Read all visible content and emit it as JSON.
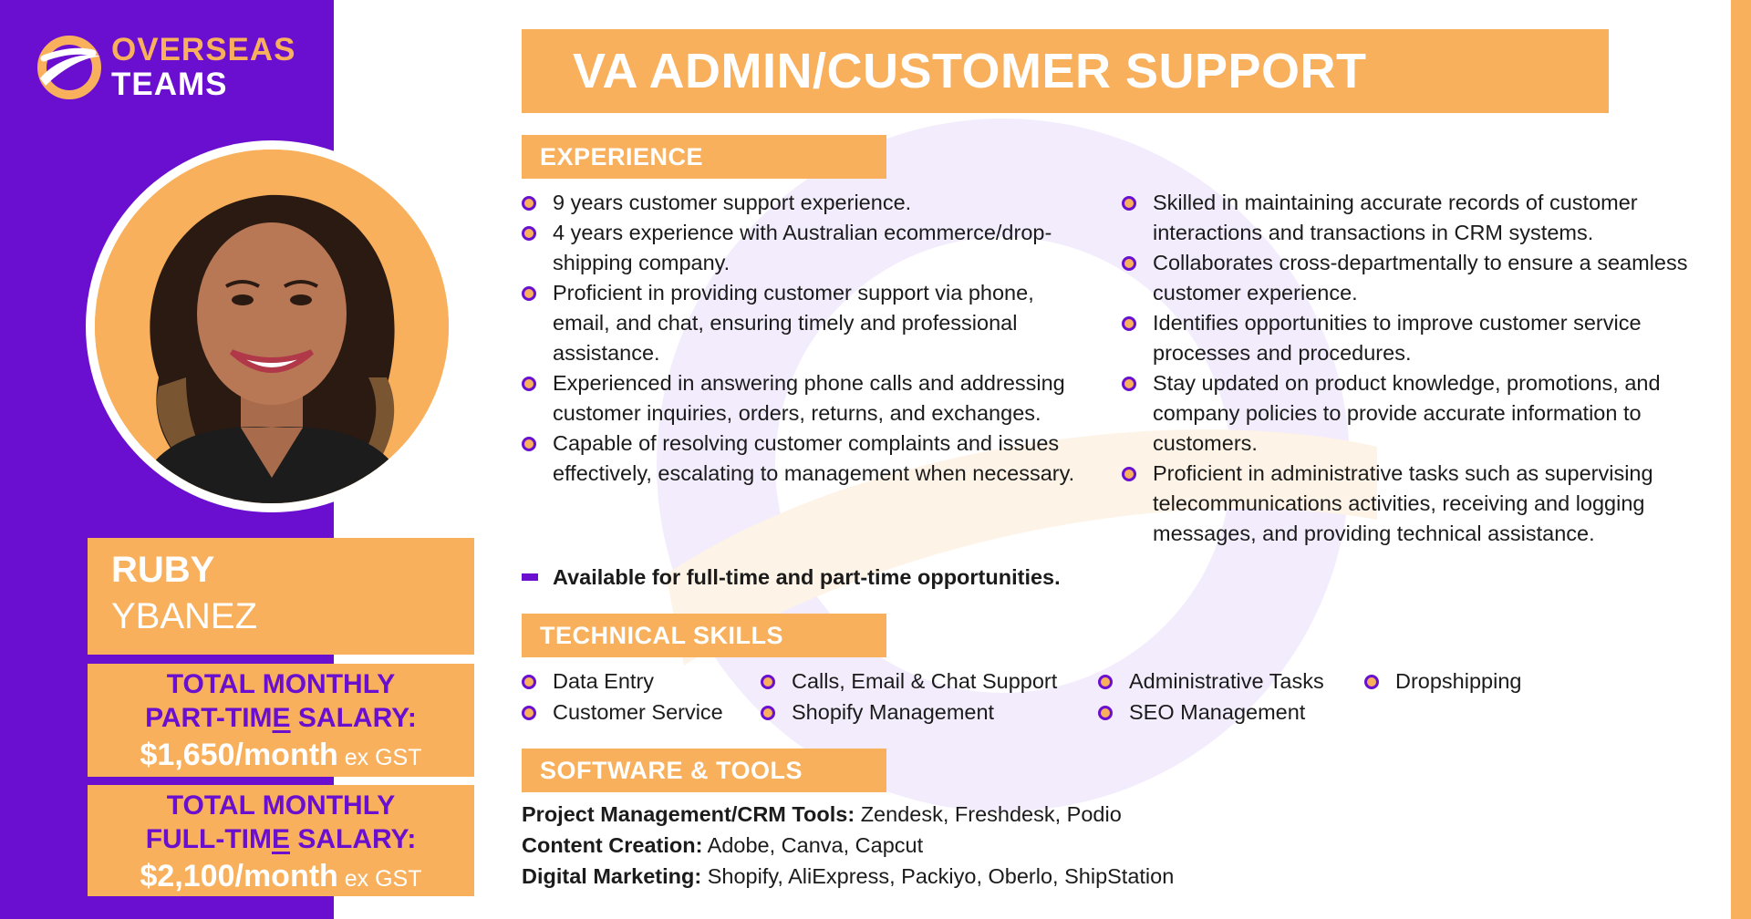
{
  "brand": {
    "line1": "OVERSEAS",
    "line2": "TEAMS",
    "logo_icon": "overseas-teams-logo",
    "colors": {
      "purple": "#6a0fd0",
      "orange": "#f8b05c"
    }
  },
  "candidate": {
    "first_name": "RUBY",
    "last_name": "YBANEZ",
    "photo_icon": "person-portrait"
  },
  "salary": {
    "part_time": {
      "line1": "TOTAL MONTHLY",
      "line2_pre": "PART-TIM",
      "line2_u": "E",
      "line2_post": " SALARY:",
      "amount": "$1,650/month",
      "suffix": " ex GST"
    },
    "full_time": {
      "line1": "TOTAL MONTHLY",
      "line2_pre": "FULL-TIM",
      "line2_u": "E",
      "line2_post": " SALARY:",
      "amount": "$2,100/month",
      "suffix": " ex GST"
    }
  },
  "title": "VA ADMIN/CUSTOMER SUPPORT",
  "experience": {
    "heading": "EXPERIENCE",
    "left": [
      "9 years customer support experience.",
      "4 years experience with Australian ecommerce/drop-shipping company.",
      "Proficient in providing customer support via phone, email, and chat, ensuring timely and professional assistance.",
      "Experienced in answering phone calls and addressing customer inquiries, orders, returns, and exchanges.",
      "Capable of resolving customer complaints and issues effectively, escalating to management when necessary."
    ],
    "right": [
      "Skilled in maintaining accurate records of customer interactions and transactions in CRM systems.",
      "Collaborates cross-departmentally to ensure a seamless customer experience.",
      "Identifies opportunities to improve customer service processes and procedures.",
      "Stay updated on product knowledge, promotions, and company policies to provide accurate information to customers.",
      "Proficient in administrative tasks such as supervising telecommunications activities, receiving and logging messages, and providing technical assistance."
    ]
  },
  "availability": "Available for full-time and part-time opportunities.",
  "technical_skills": {
    "heading": "TECHNICAL SKILLS",
    "items": [
      "Data Entry",
      "Customer Service",
      "Calls, Email & Chat Support",
      "Shopify Management",
      "Administrative Tasks",
      "SEO Management",
      "Dropshipping"
    ]
  },
  "software_tools": {
    "heading": "SOFTWARE & TOOLS",
    "rows": [
      {
        "label": "Project Management/CRM Tools:",
        "value": " Zendesk, Freshdesk, Podio"
      },
      {
        "label": "Content Creation:",
        "value": " Adobe, Canva, Capcut"
      },
      {
        "label": "Digital Marketing:",
        "value": " Shopify, AliExpress, Packiyo, Oberlo, ShipStation"
      }
    ]
  }
}
